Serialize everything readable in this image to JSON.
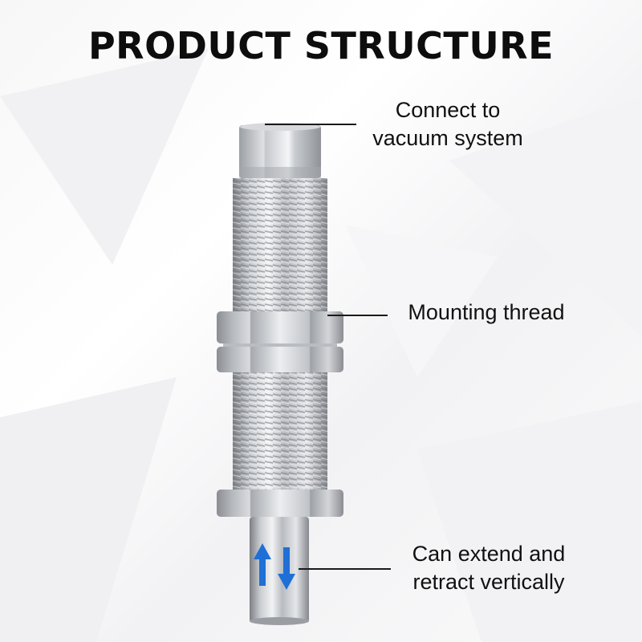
{
  "title": "PRODUCT STRUCTURE",
  "callouts": {
    "top": {
      "line1": "Connect to",
      "line2": "vacuum system"
    },
    "middle": {
      "text": "Mounting thread"
    },
    "bottom": {
      "line1": "Can extend and",
      "line2": "retract vertically"
    }
  },
  "colors": {
    "metal_dark": "#7c7f84",
    "metal_light": "#f2f3f5",
    "arrow_blue": "#1f6fd6"
  },
  "icons": [
    "arrow-up-icon",
    "arrow-down-icon"
  ]
}
